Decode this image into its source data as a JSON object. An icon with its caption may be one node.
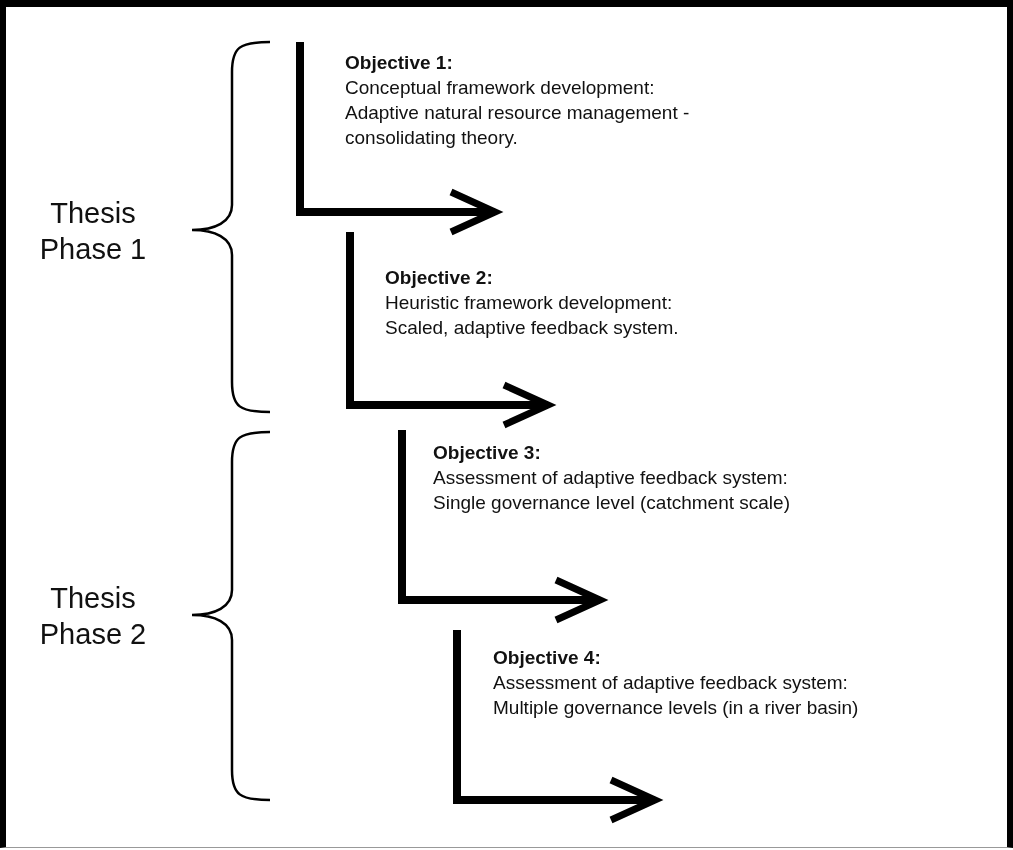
{
  "diagram": {
    "labels": [
      "Objective 1:",
      "Conceptual framework development:",
      "Adaptive natural resource management - consolidating theory.",
      "Thesis Phase 1",
      "Objective 2:",
      "Heuristic framework development:",
      "Scaled, adaptive feedback system.",
      "Objective 3:",
      "Assessment of adaptive feedback system:",
      "Single governance level (catchment scale)",
      "Thesis Phase 2",
      "Objective 4:",
      "Assessment of adaptive feedback system:",
      "Multiple governance levels (in a river basin)"
    ]
  }
}
